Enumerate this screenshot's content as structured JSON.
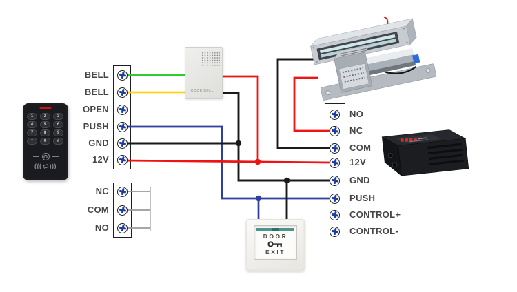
{
  "colors": {
    "wire_green": "#2fcc2f",
    "wire_yellow": "#ffd21c",
    "wire_red": "#ee1414",
    "wire_blue": "#2e3f9e",
    "wire_black": "#1a1a1a",
    "relay_line": "#9a9a9a",
    "terminal_plus": "#1d3da6"
  },
  "keypad": {
    "keys": [
      "1",
      "2",
      "3",
      "4",
      "5",
      "6",
      "7",
      "8",
      "9",
      "*",
      "0",
      "#"
    ]
  },
  "doorbell": {
    "label": "DOOR BELL"
  },
  "blocks": {
    "reader": {
      "labels": [
        "BELL",
        "BELL",
        "OPEN",
        "PUSH",
        "GND",
        "12V"
      ]
    },
    "relay": {
      "labels": [
        "NC",
        "COM",
        "NO"
      ]
    },
    "power": {
      "labels": [
        "NO",
        "NC",
        "COM",
        "12V",
        "GND",
        "PUSH",
        "CONTROL+",
        "CONTROL-"
      ]
    }
  },
  "exit_button": {
    "top": "DOOR",
    "bottom": "EXIT"
  },
  "wires": [
    {
      "color": "green",
      "from": "reader BELL",
      "to": "door bell"
    },
    {
      "color": "yellow",
      "from": "reader BELL",
      "to": "door bell"
    },
    {
      "color": "blue",
      "from": "reader PUSH",
      "to": "power supply PUSH and exit button"
    },
    {
      "color": "black",
      "from": "reader GND",
      "to": "door bell, power supply GND and exit button"
    },
    {
      "color": "red",
      "from": "reader 12V",
      "to": "door bell and power supply 12V"
    },
    {
      "color": "black",
      "from": "magnetic lock",
      "to": "power supply COM"
    },
    {
      "color": "red",
      "from": "electric bolt lock",
      "to": "power supply NC"
    },
    {
      "color": "gray",
      "from": "relay NC/COM/NO",
      "to": "junction box"
    }
  ]
}
